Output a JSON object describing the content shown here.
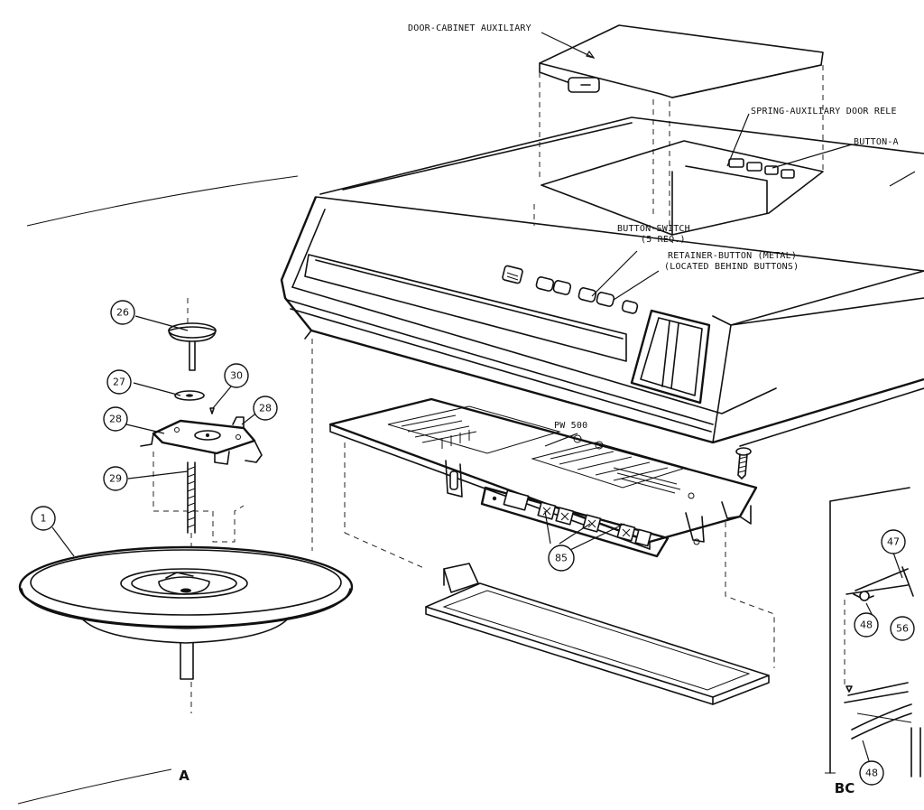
{
  "labels": {
    "door_cabinet": "DOOR-CABINET AUXILIARY",
    "spring_release": "SPRING-AUXILIARY DOOR RELE",
    "button_a": "BUTTON-A",
    "button_switch": "BUTTON-SWITCH",
    "button_switch_qty": "(5 REQ.)",
    "retainer": "RETAINER-BUTTON (METAL)",
    "retainer_note": "(LOCATED BEHIND BUTTONS)",
    "pw500": "PW 500"
  },
  "callouts": [
    "26",
    "27",
    "30",
    "28",
    "28",
    "29",
    "1",
    "85",
    "47",
    "48",
    "56",
    "48"
  ],
  "views": [
    "A",
    "BC"
  ]
}
